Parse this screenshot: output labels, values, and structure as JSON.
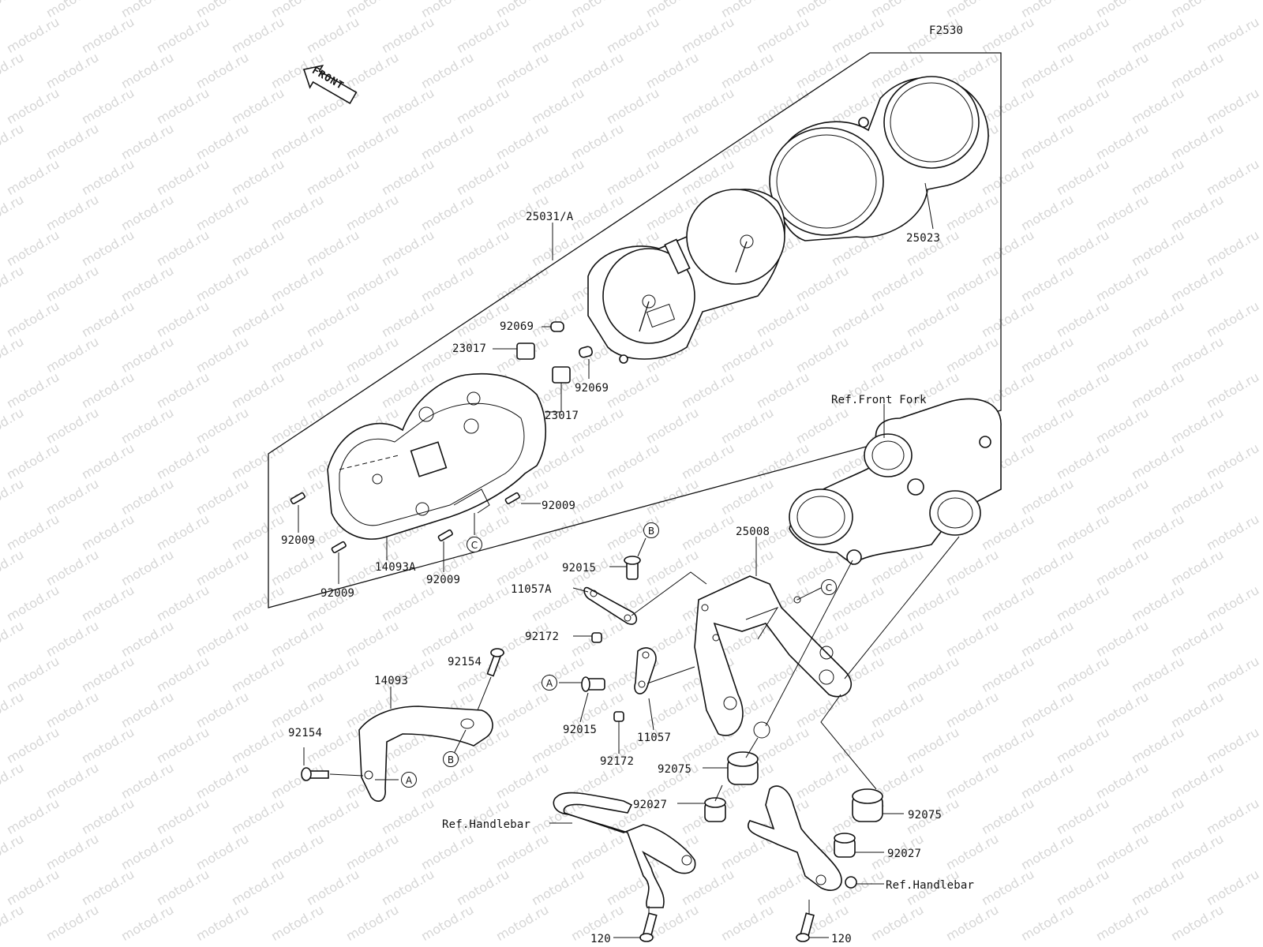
{
  "diagram_id": "F2530",
  "direction_label": "FRONT",
  "watermark_text": "motod.ru",
  "ref_labels": {
    "front_fork": "Ref.Front Fork",
    "handlebar_left": "Ref.Handlebar",
    "handlebar_right": "Ref.Handlebar"
  },
  "callouts": {
    "A": "A",
    "B": "B",
    "C": "C"
  },
  "parts": {
    "p25031A": "25031/A",
    "p25023": "25023",
    "p92069_top": "92069",
    "p23017_top": "23017",
    "p92069_bottom": "92069",
    "p23017_bottom": "23017",
    "p92009_right": "92009",
    "p92009_left": "92009",
    "p14093A": "14093A",
    "p92009_center": "92009",
    "p92009_lower": "92009",
    "p25008": "25008",
    "p92015_top": "92015",
    "p11057A": "11057A",
    "p92172_top": "92172",
    "p92154_top": "92154",
    "p14093": "14093",
    "p92154_left": "92154",
    "p92015_bottom": "92015",
    "p11057": "11057",
    "p92172_bottom": "92172",
    "p92075_left": "92075",
    "p92027_left": "92027",
    "p92075_right": "92075",
    "p92027_right": "92027",
    "p120_left": "120",
    "p120_right": "120"
  }
}
